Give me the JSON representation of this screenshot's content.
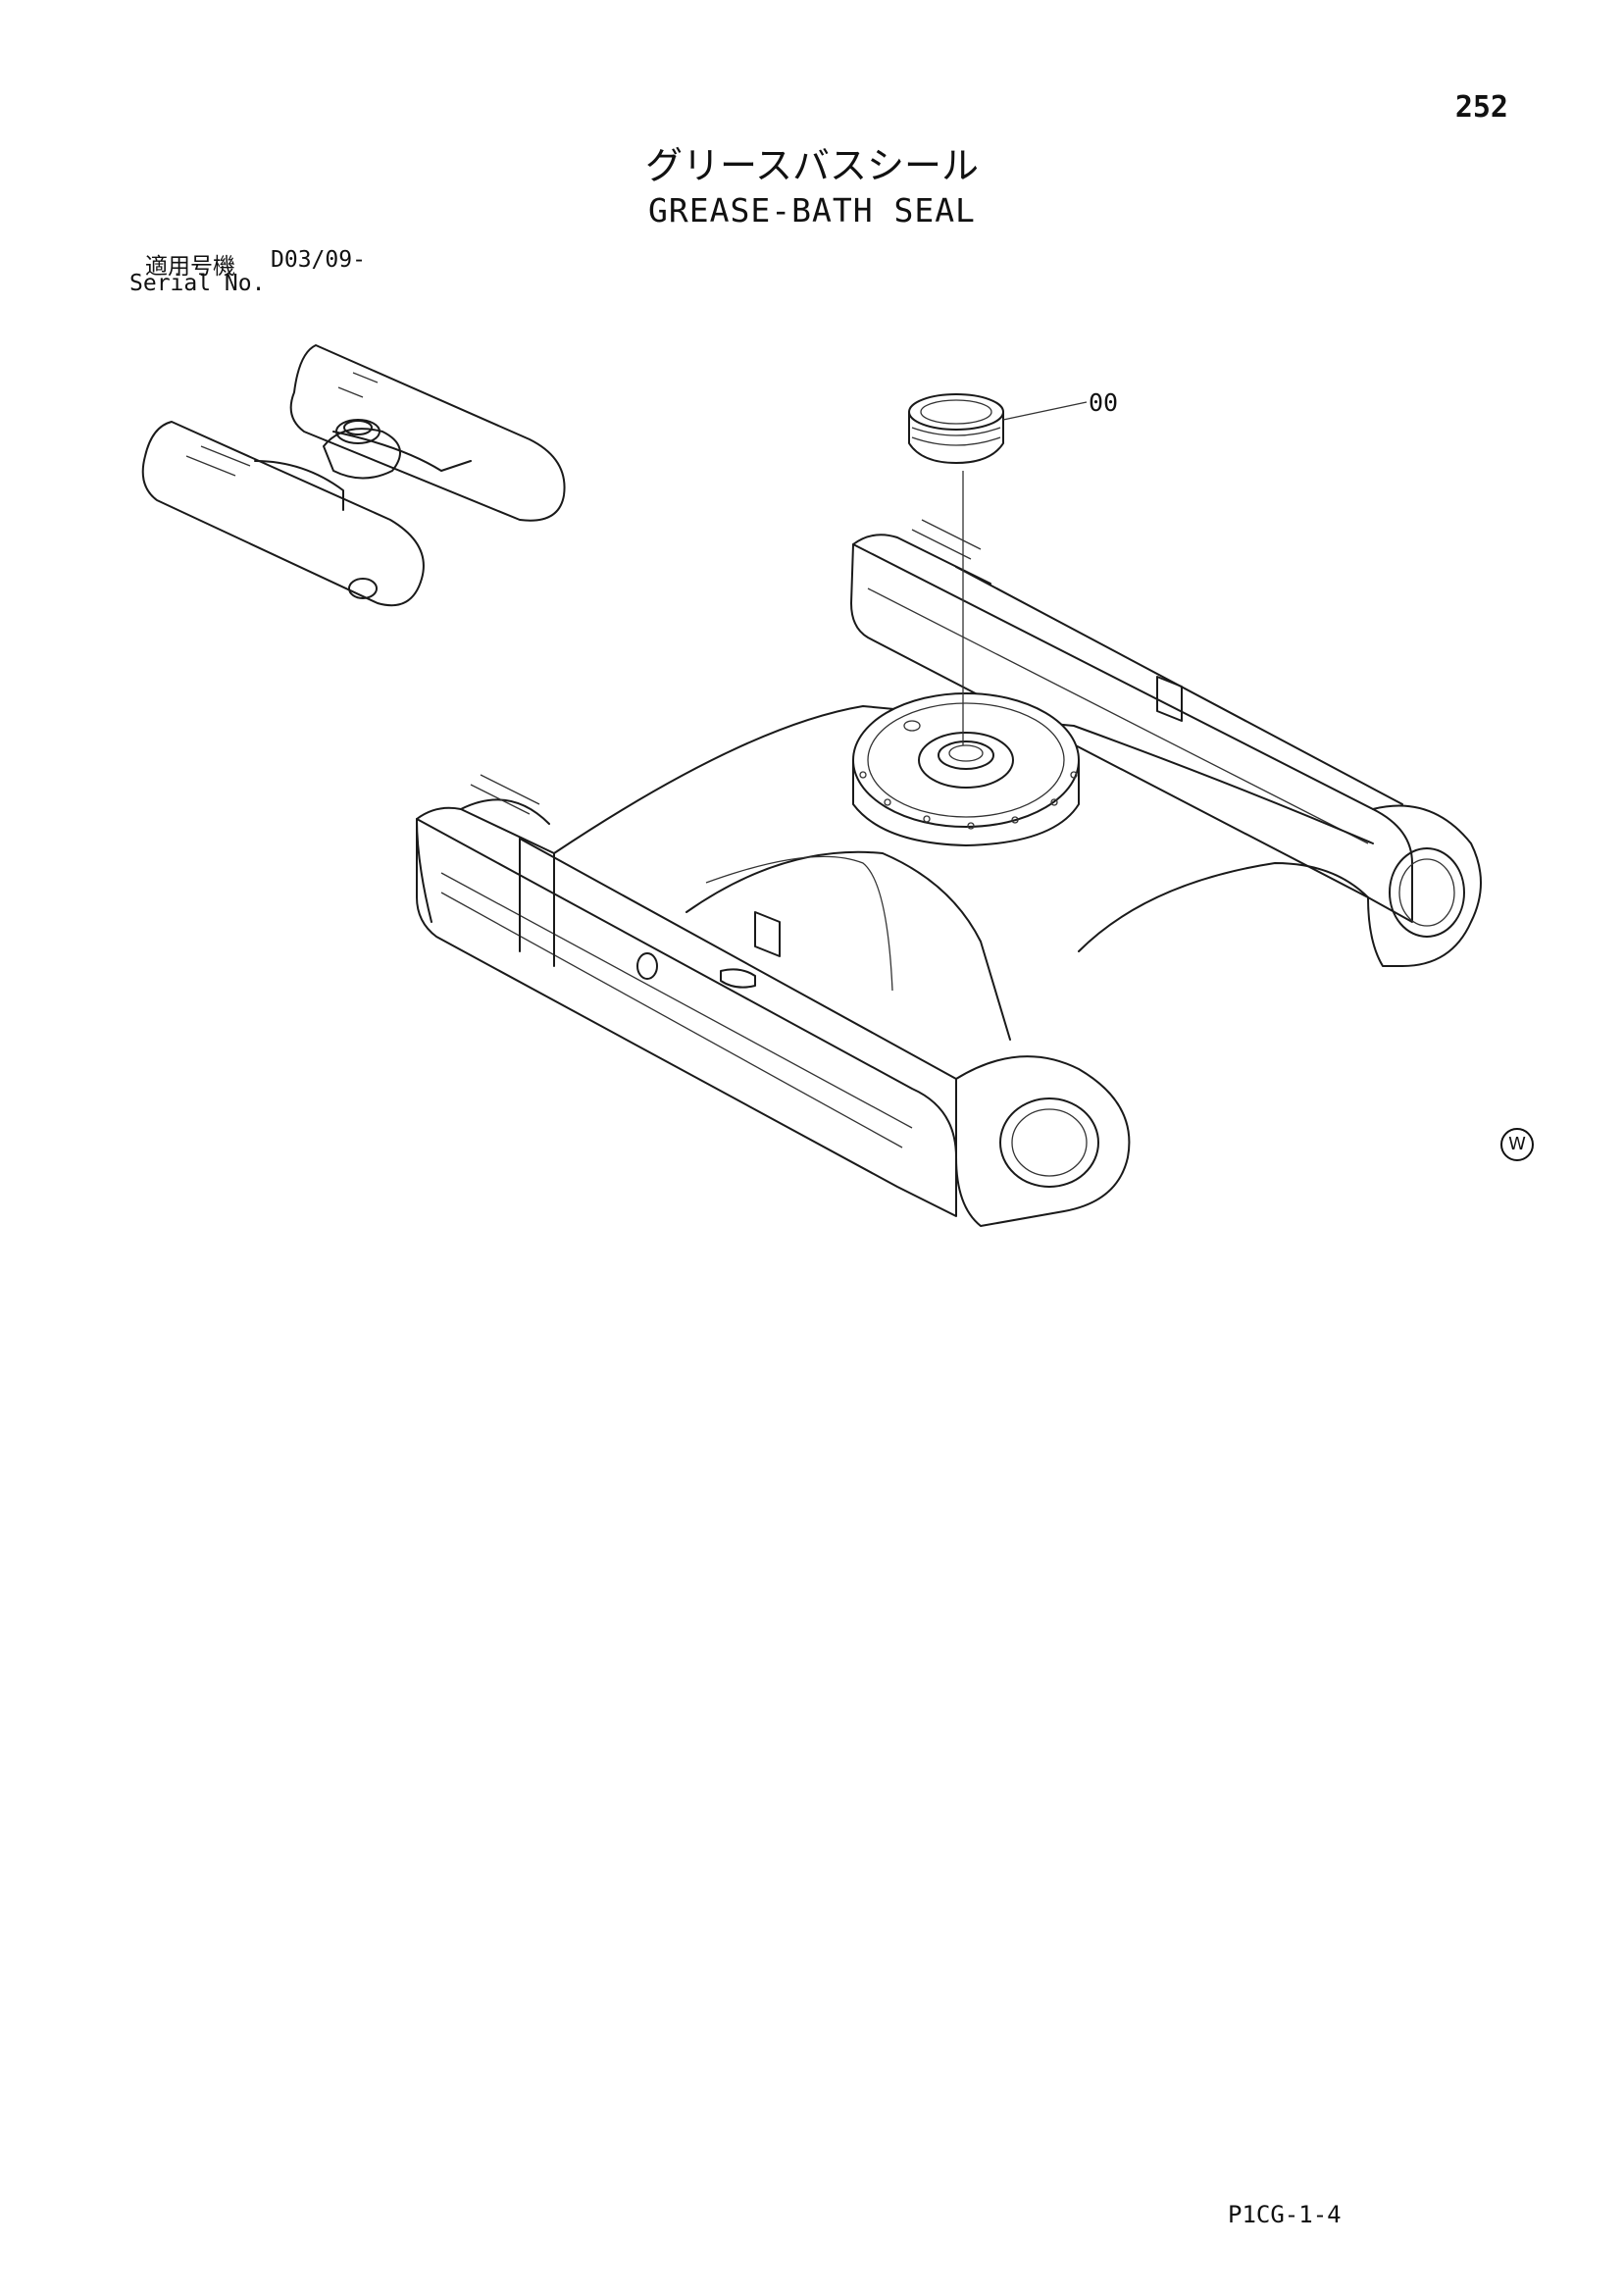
{
  "page": {
    "number": "252",
    "title_jp": "グリースバスシール",
    "title_en": "GREASE-BATH SEAL",
    "drawing_code": "P1CG-1-4"
  },
  "serial": {
    "label_jp": "適用号機",
    "code": "D03/09-",
    "label_en": "Serial No."
  },
  "callouts": [
    {
      "label": "00"
    }
  ],
  "marks": {
    "w_symbol": "W"
  }
}
